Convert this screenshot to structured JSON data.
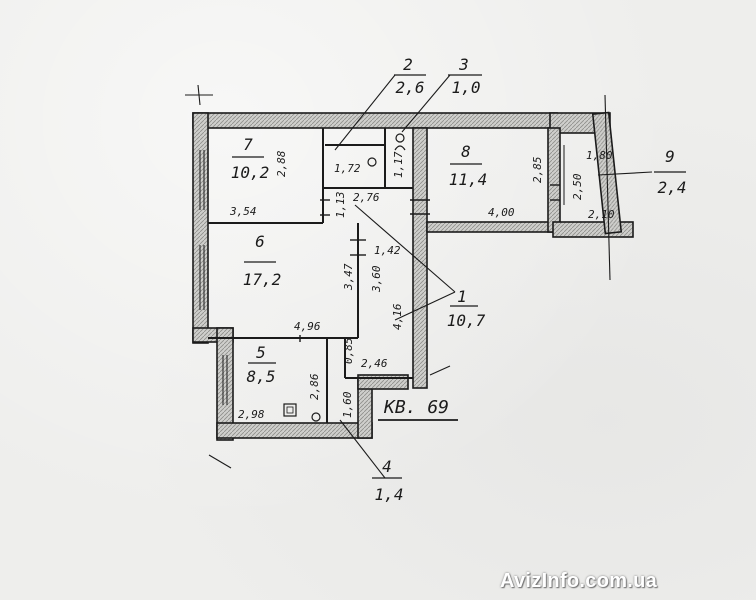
{
  "plan": {
    "rooms": [
      {
        "number": "1",
        "area": "10,7"
      },
      {
        "number": "2",
        "area": "2,6"
      },
      {
        "number": "3",
        "area": "1,0"
      },
      {
        "number": "4",
        "area": "1,4"
      },
      {
        "number": "5",
        "area": "8,5"
      },
      {
        "number": "6",
        "area": "17,2"
      },
      {
        "number": "7",
        "area": "10,2"
      },
      {
        "number": "8",
        "area": "11,4"
      },
      {
        "number": "9",
        "area": "2,4"
      }
    ],
    "dimensions": [
      "2,88",
      "3,54",
      "1,72",
      "1,17",
      "2,76",
      "1,13",
      "2,85",
      "4,00",
      "1,80",
      "2,50",
      "2,10",
      "3,47",
      "3,60",
      "1,42",
      "4,96",
      "4,16",
      "2,86",
      "0,85",
      "2,46",
      "2,98",
      "1,60"
    ],
    "apartment_label": "КВ. 69"
  },
  "watermark": "AvizInfo.com.ua",
  "colors": {
    "ink": "#1b1b1b",
    "wall_fill": "#c9c9c6",
    "paper": "#eeeeec"
  }
}
